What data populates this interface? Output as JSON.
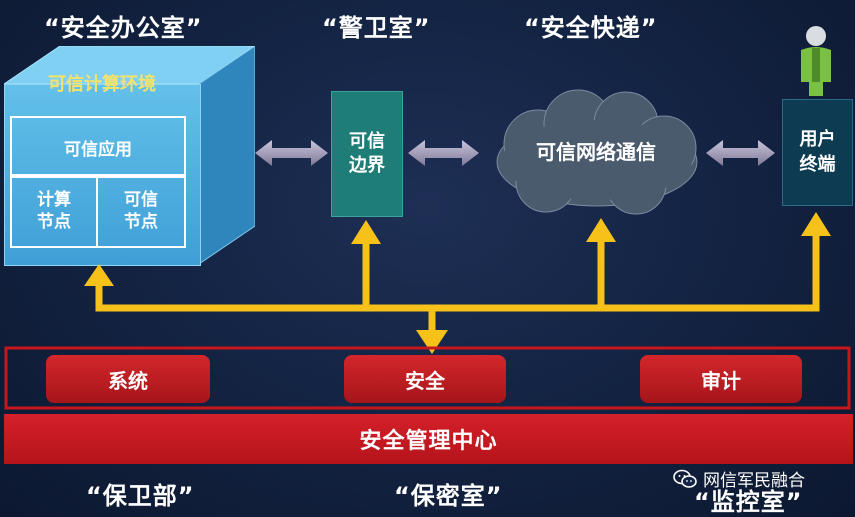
{
  "zones": {
    "office": "“安全办公室”",
    "guard": "“警卫室”",
    "express": "“安全快递”",
    "security_dept": "“保卫部”",
    "secrecy_room": "“保密室”",
    "monitor_room": "“监控室”"
  },
  "env": {
    "title": "可信计算环境",
    "app": "可信应用",
    "compute_node": [
      "计算",
      "节点"
    ],
    "trusted_node": [
      "可信",
      "节点"
    ]
  },
  "boundary": [
    "可信",
    "边界"
  ],
  "network": "可信网络通信",
  "terminal": [
    "用户",
    "终端"
  ],
  "management": {
    "system": "系统",
    "security": "安全",
    "audit": "审计",
    "center": "安全管理中心"
  },
  "watermark": "网信军民融合",
  "colors": {
    "background": "#142444",
    "cube": "#4aaee0",
    "yellow": "#f6c21a",
    "red": "#c8161d",
    "teal": "#1f7d78",
    "terminal": "#0d3b52"
  },
  "icons": [
    "user-figure-icon",
    "wechat-icon"
  ]
}
